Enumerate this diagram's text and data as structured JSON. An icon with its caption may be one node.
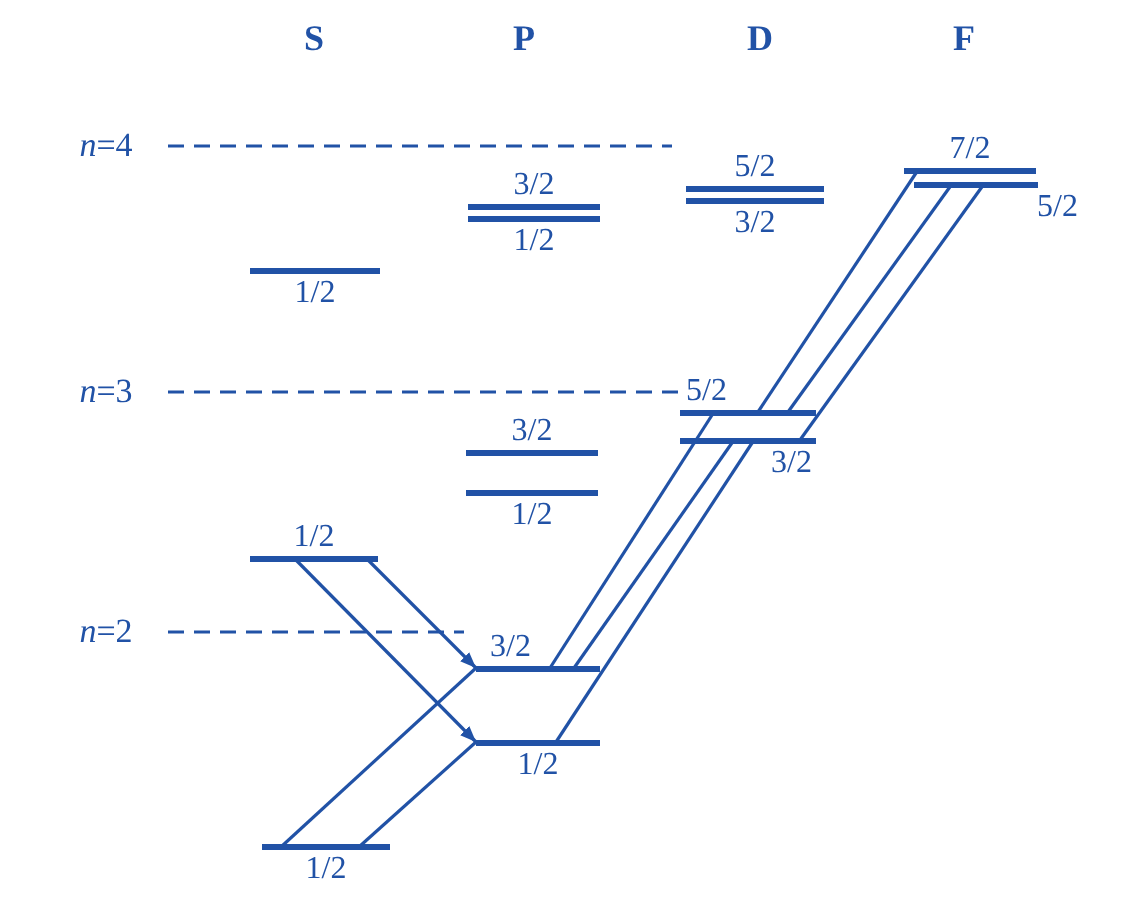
{
  "diagram": {
    "nodes": [
      {
        "text": [
          "1/2"
        ]
      },
      {
        "text": [
          "3/2"
        ]
      },
      {
        "text": [
          "1/2"
        ]
      },
      {
        "text": [
          "5/2"
        ]
      },
      {
        "text": [
          "3/2"
        ]
      },
      {
        "text": [
          "7/2"
        ]
      },
      {
        "text": [
          "5/2"
        ]
      },
      {
        "text": [
          "1/2"
        ]
      },
      {
        "text": [
          "3/2"
        ]
      },
      {
        "text": [
          "1/2"
        ]
      },
      {
        "text": [
          "5/2"
        ]
      },
      {
        "text": [
          "3/2"
        ]
      },
      {
        "text": [
          "3/2"
        ]
      },
      {
        "text": [
          "1/2"
        ]
      },
      {
        "text": [
          "1/2"
        ]
      }
    ],
    "edges": [
      {
        "from": 5,
        "to": 10,
        "arrow": "none"
      },
      {
        "from": 6,
        "to": 10,
        "arrow": "none"
      },
      {
        "from": 6,
        "to": 11,
        "arrow": "none"
      },
      {
        "from": 10,
        "to": 12,
        "arrow": "none"
      },
      {
        "from": 11,
        "to": 12,
        "arrow": "none"
      },
      {
        "from": 11,
        "to": 13,
        "arrow": "none"
      },
      {
        "from": 7,
        "to": 13,
        "arrow": "to"
      },
      {
        "from": 7,
        "to": 12,
        "arrow": "to"
      },
      {
        "from": 14,
        "to": 12,
        "arrow": "none"
      },
      {
        "from": 14,
        "to": 13,
        "arrow": "none"
      }
    ],
    "labels": [
      "S",
      "P",
      "D",
      "F",
      "*n*=4",
      "*n*=3",
      "*n*=2"
    ]
  }
}
